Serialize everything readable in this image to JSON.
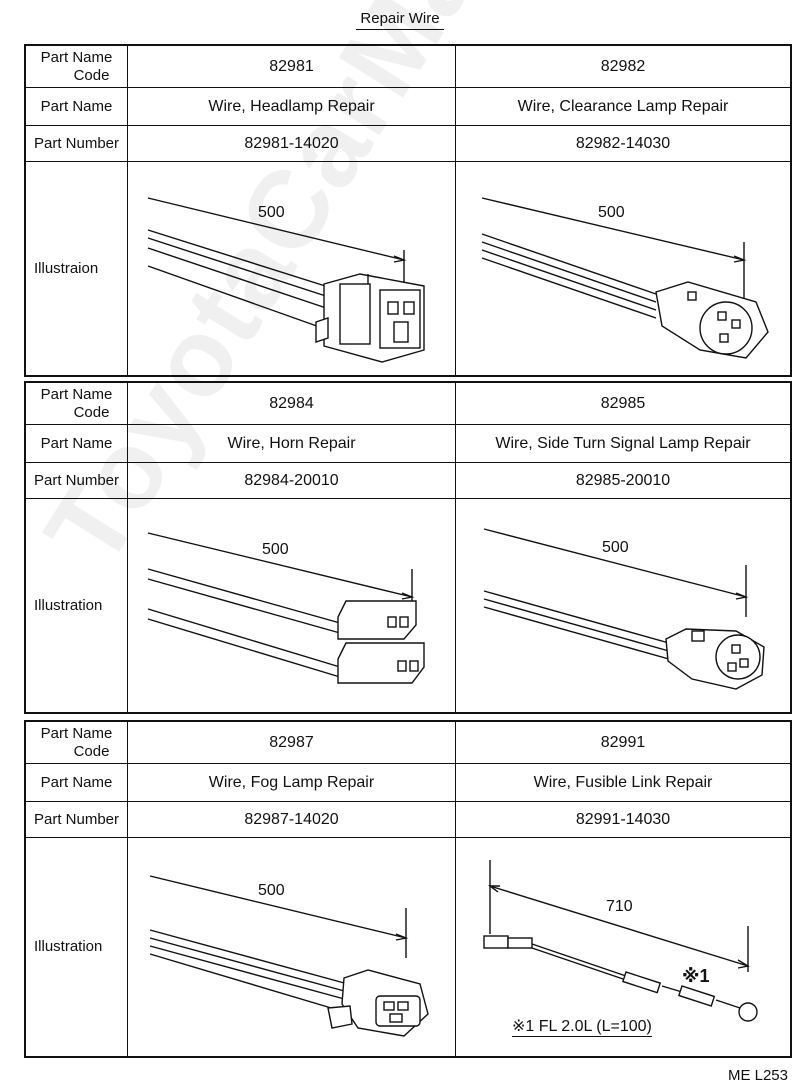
{
  "title": "Repair Wire",
  "labels": {
    "code_line1": "Part Name",
    "code_line2": "Code",
    "part_name": "Part Name",
    "part_number": "Part Number",
    "illustration_1": "Illustraion",
    "illustration_2": "Illustration",
    "illustration_3": "Illustration"
  },
  "tables": [
    {
      "parts": [
        {
          "code": "82981",
          "name": "Wire, Headlamp Repair",
          "number": "82981-14020",
          "length": "500"
        },
        {
          "code": "82982",
          "name": "Wire, Clearance Lamp Repair",
          "number": "82982-14030",
          "length": "500"
        }
      ]
    },
    {
      "parts": [
        {
          "code": "82984",
          "name": "Wire, Horn Repair",
          "number": "82984-20010",
          "length": "500"
        },
        {
          "code": "82985",
          "name": "Wire, Side Turn Signal Lamp Repair",
          "number": "82985-20010",
          "length": "500"
        }
      ]
    },
    {
      "parts": [
        {
          "code": "82987",
          "name": "Wire, Fog Lamp Repair",
          "number": "82987-14020",
          "length": "500"
        },
        {
          "code": "82991",
          "name": "Wire, Fusible Link Repair",
          "number": "82991-14030",
          "length": "710"
        }
      ]
    }
  ],
  "fusible_note": {
    "marker": "※1",
    "text": "※1 FL 2.0L (L=100)"
  },
  "footer": "ME  L253",
  "watermark": "ToyotaCarManuals.ru"
}
